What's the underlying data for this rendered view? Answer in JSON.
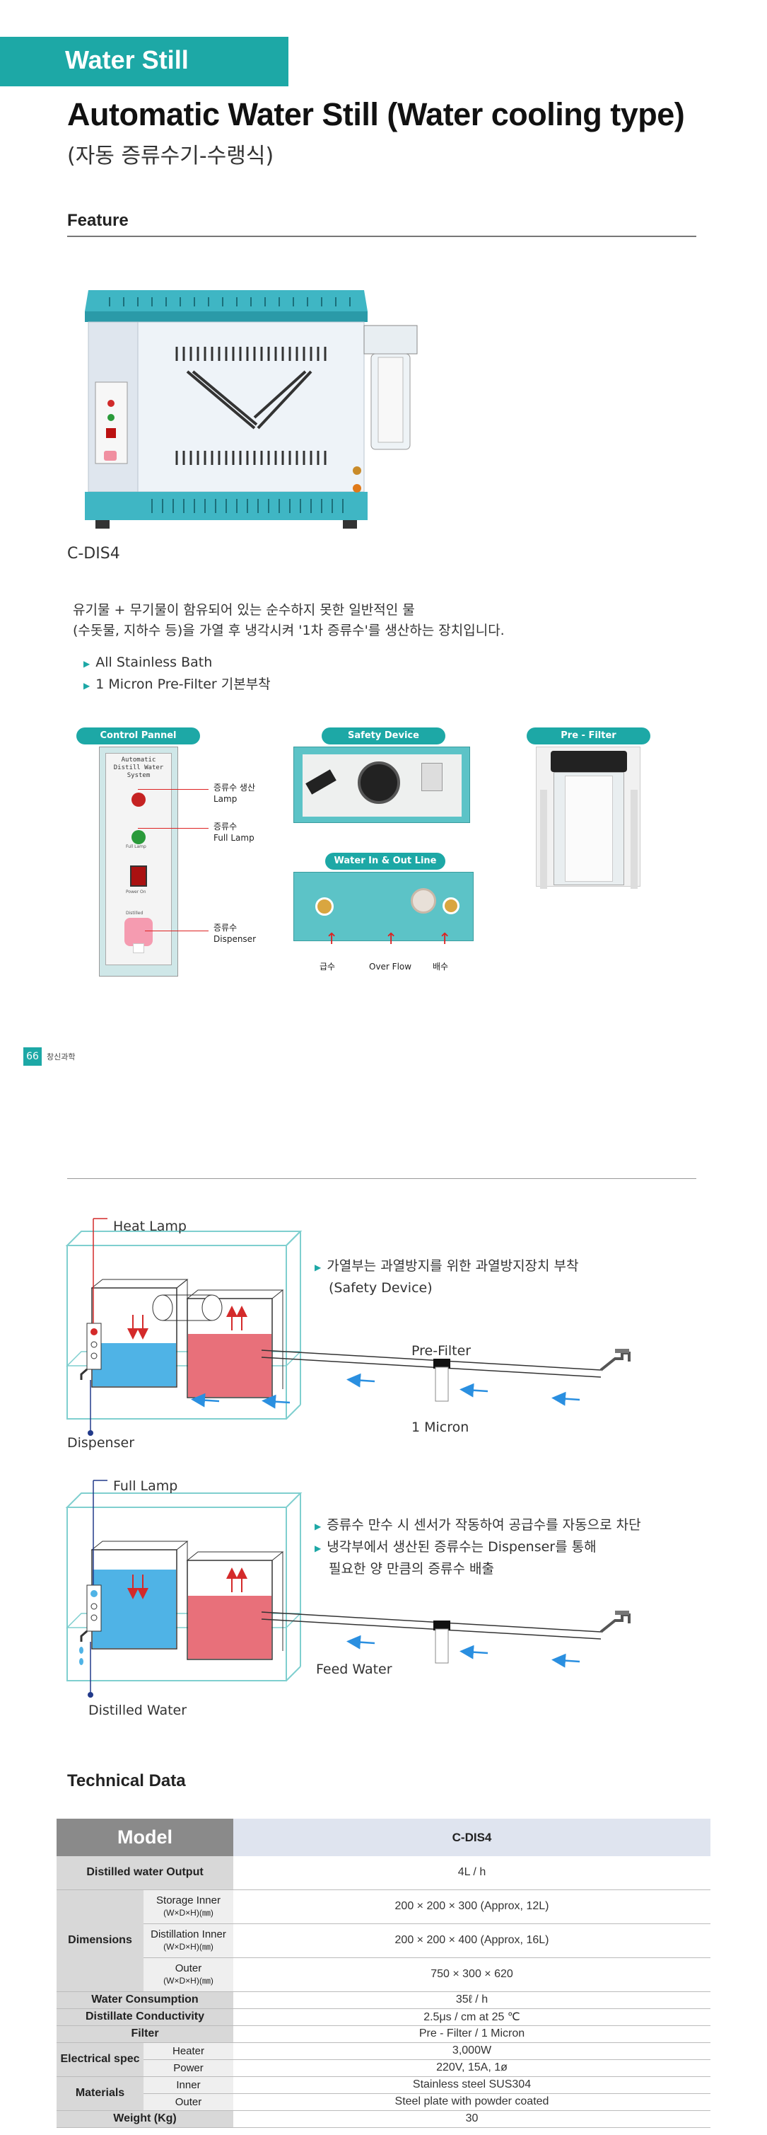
{
  "header": {
    "category": "Water Still",
    "title": "Automatic Water Still (Water cooling type)",
    "subtitle": "(자동 증류수기-수랭식)"
  },
  "feature": {
    "heading": "Feature",
    "model_code": "C-DIS4",
    "description_line1": "유기물 + 무기물이 함유되어 있는 순수하지 못한 일반적인 물",
    "description_line2": "(수돗물, 지하수 등)을 가열 후 냉각시켜 '1차 증류수'를 생산하는 장치입니다.",
    "bullets": [
      "All Stainless Bath",
      "1 Micron Pre-Filter 기본부착"
    ]
  },
  "photos": {
    "control_panel": {
      "title": "Control Pannel",
      "panel_text": "Automatic Distill Water System",
      "lamp1": "증류수 생산\nLamp",
      "lamp2": "증류수\nFull Lamp",
      "lamp3": "증류수\nDispenser",
      "small_full_lamp": "Full Lamp",
      "small_power": "Power On",
      "small_dist": "Distilled"
    },
    "safety_device": {
      "title": "Safety Device"
    },
    "pre_filter": {
      "title": "Pre - Filter"
    },
    "water_line": {
      "title": "Water In & Out Line",
      "label1": "급수",
      "label2": "Over Flow",
      "label3": "배수"
    }
  },
  "footer": {
    "page": "66",
    "brand": "창신과학"
  },
  "diagram": {
    "heat_lamp": "Heat Lamp",
    "dispenser": "Dispenser",
    "pre_filter": "Pre-Filter",
    "one_micron": "1 Micron",
    "full_lamp": "Full Lamp",
    "distilled_water": "Distilled Water",
    "feed_water": "Feed Water",
    "note1_line1": "가열부는 과열방지를 위한 과열방지장치 부착",
    "note1_line2": "(Safety Device)",
    "note2": "증류수 만수 시 센서가 작동하여 공급수를 자동으로 차단",
    "note3_line1": "냉각부에서 생산된 증류수는 Dispenser를 통해",
    "note3_line2": "필요한 양 만큼의 증류수 배출",
    "colors": {
      "blue_water": "#4fb3e6",
      "red_water": "#e8707a",
      "frame": "#7fcfcf",
      "arrow_red": "#d42a2a",
      "arrow_blue": "#2a8fe0"
    }
  },
  "technical": {
    "heading": "Technical Data",
    "model_label": "Model",
    "model_value": "C-DIS4",
    "rows": {
      "output_label": "Distilled water Output",
      "output_value": "4L / h",
      "dimensions_label": "Dimensions",
      "storage_inner_label": "Storage Inner",
      "storage_inner_unit": "(W×D×H)(㎜)",
      "storage_inner_value": "200 × 200 × 300 (Approx, 12L)",
      "distillation_inner_label": "Distillation Inner",
      "distillation_inner_unit": "(W×D×H)(㎜)",
      "distillation_inner_value": "200 × 200 × 400 (Approx, 16L)",
      "outer_label": "Outer",
      "outer_unit": "(W×D×H)(㎜)",
      "outer_value": "750 × 300 × 620",
      "consumption_label": "Water Consumption",
      "consumption_value": "35ℓ / h",
      "conductivity_label": "Distillate Conductivity",
      "conductivity_value": "2.5μs / cm at 25 ℃",
      "filter_label": "Filter",
      "filter_value": "Pre - Filter / 1 Micron",
      "electrical_label": "Electrical spec",
      "heater_label": "Heater",
      "heater_value": "3,000W",
      "power_label": "Power",
      "power_value": "220V, 15A, 1ø",
      "materials_label": "Materials",
      "inner_label": "Inner",
      "inner_value": "Stainless steel SUS304",
      "outer_mat_label": "Outer",
      "outer_mat_value": "Steel plate with powder coated",
      "weight_label": "Weight (Kg)",
      "weight_value": "30"
    }
  }
}
